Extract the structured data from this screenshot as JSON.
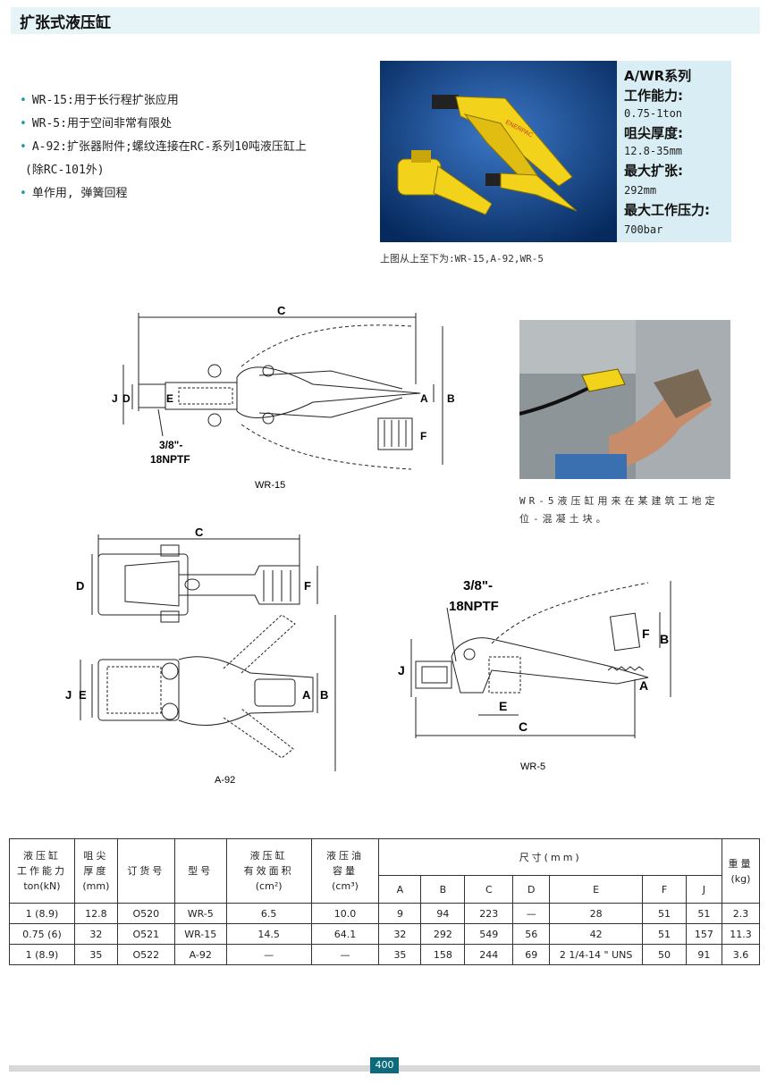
{
  "page": {
    "title": "扩张式液压缸",
    "page_number": "400"
  },
  "features": [
    "WR-15:用于长行程扩张应用",
    "WR-5:用于空间非常有限处",
    "A-92:扩张器附件;螺纹连接在RC-系列10吨液压缸上",
    "(除RC-101外)",
    "单作用, 弹簧回程"
  ],
  "spec_box": {
    "series": "A/WR系列",
    "capacity_label": "工作能力:",
    "capacity_value": "0.75-1ton",
    "tip_label": "咀尖厚度:",
    "tip_value": "12.8-35mm",
    "spread_label": "最大扩张:",
    "spread_value": "292mm",
    "pressure_label": "最大工作压力:",
    "pressure_value": "700bar"
  },
  "photo1": {
    "brand_text": "ENERPAC",
    "caption": "上图从上至下为:WR-15,A-92,WR-5"
  },
  "photo2": {
    "caption_line1": "WR-5液压缸用来在某建筑工地定",
    "caption_line2": "位-混凝土块。"
  },
  "diagram_wr15": {
    "name": "WR-15",
    "label_c": "C",
    "label_j": "J",
    "label_d": "D",
    "label_e": "E",
    "label_a": "A",
    "label_b": "B",
    "label_f": "F",
    "thread1": "3/8\"-",
    "thread2": "18NPTF"
  },
  "diagram_a92": {
    "name": "A-92",
    "label_c": "C",
    "label_d": "D",
    "label_f": "F",
    "label_j": "J",
    "label_e": "E",
    "label_a": "A",
    "label_b": "B"
  },
  "diagram_wr5": {
    "name": "WR-5",
    "thread1": "3/8\"-",
    "thread2": "18NPTF",
    "label_j": "J",
    "label_e": "E",
    "label_c": "C",
    "label_f": "F",
    "label_b": "B",
    "label_a": "A"
  },
  "table": {
    "h_capacity": [
      "液压缸",
      "工作能力",
      "ton(kN)"
    ],
    "h_tip": [
      "咀尖",
      "厚度",
      "(mm)"
    ],
    "h_order": "订货号",
    "h_model": "型号",
    "h_area": [
      "液压缸",
      "有效面积",
      "(cm²)"
    ],
    "h_oil": [
      "液压油",
      "容量",
      "(cm³)"
    ],
    "h_dims": "尺寸(mm)",
    "h_weight": [
      "重量",
      "(kg)"
    ],
    "dim_cols": [
      "A",
      "B",
      "C",
      "D",
      "E",
      "F",
      "J"
    ],
    "rows": [
      [
        "1 (8.9)",
        "12.8",
        "O520",
        "WR-5",
        "6.5",
        "10.0",
        "9",
        "94",
        "223",
        "—",
        "28",
        "51",
        "51",
        "2.3"
      ],
      [
        "0.75 (6)",
        "32",
        "O521",
        "WR-15",
        "14.5",
        "64.1",
        "32",
        "292",
        "549",
        "56",
        "42",
        "51",
        "157",
        "11.3"
      ],
      [
        "1 (8.9)",
        "35",
        "O522",
        "A-92",
        "—",
        "—",
        "35",
        "158",
        "244",
        "69",
        "2 1/4-14 \" UNS",
        "50",
        "91",
        "3.6"
      ]
    ]
  },
  "colors": {
    "accent": "#1a9aa8",
    "title_bg": "#e6f3f7",
    "spec_bg": "#d8eef4",
    "page_badge": "#0c6a7a",
    "tool_yellow": "#f2d21a"
  }
}
